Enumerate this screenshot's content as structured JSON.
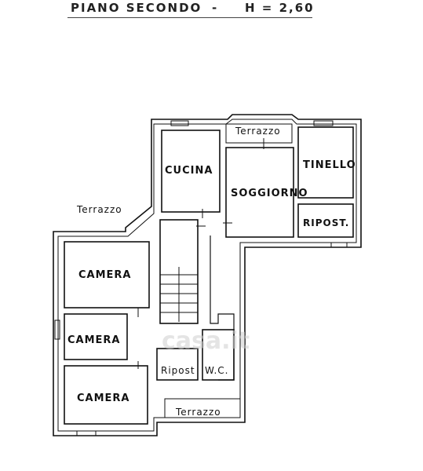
{
  "header": {
    "floor": "PIANO  SECONDO",
    "dash": "-",
    "height": "H = 2,60"
  },
  "rooms": {
    "cucina": "CUCINA",
    "soggiorno": "SOGGIORNO",
    "tinello": "TINELLO",
    "ripost_top": "RIPOST.",
    "camera_1": "CAMERA",
    "camera_2": "CAMERA",
    "camera_3": "CAMERA",
    "ripost_bottom": "Ripost",
    "wc": "W.C."
  },
  "terraces": {
    "top": "Terrazzo",
    "left": "Terrazzo",
    "bottom": "Terrazzo"
  },
  "watermark": "casa.it"
}
